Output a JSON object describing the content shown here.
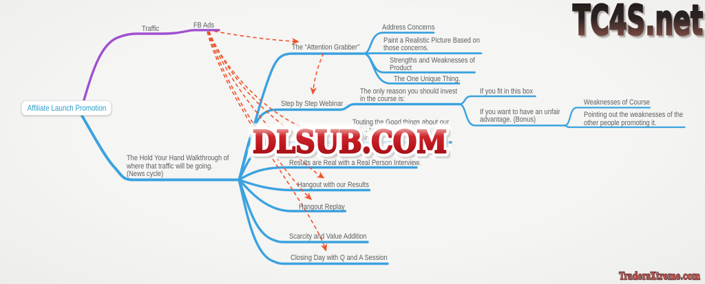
{
  "watermarks": {
    "top_right": "TC4S.net",
    "center": "DLSUB.COM",
    "bottom_right": "TradersXtreme.com"
  },
  "colors": {
    "background": "#f3f3f1",
    "branch_blue": "#3aa2df",
    "branch_purple": "#a04fd0",
    "cross_link_orange": "#f0522a",
    "node_text": "#5c5d60",
    "root_text": "#2d9dc6",
    "watermark_red": "#c01d24"
  },
  "mindmap": {
    "root": {
      "label": "Affiliate Launch Promotion"
    },
    "nodes": {
      "traffic": "Traffic",
      "fb_ads": "FB Ads",
      "attention_grabber": "The “Attention Grabber”",
      "address_concerns": "Address Concerns",
      "paint_picture": "Paint a Realistic Picture Based on\nthose concerns.",
      "strengths_weaknesses": "Strengths and Weaknesses of\nProduct",
      "one_unique_thing": "The One Unique Thing.",
      "step_webinar": "Step by Step Webinar",
      "only_reason": "The only reason you should invest\nin the course is:",
      "fit_box": "If you fit in this box",
      "unfair_advantage": "If you want to have an unfair\nadvantage. (Bonus)",
      "weaknesses_course": "Weaknesses of Course",
      "pointing_out": "Pointing out the weaknesses of the\nother people promoting it.",
      "touting": "Touting the Good things about our\nsell... not what you pitched at the\nwebinar.",
      "hold_your_hand": "The Hold Your Hand Walkthrough of\nwhere that traffic will be going.\n(News cycle)",
      "results_real": "Results are Real with a Real Person Interview.",
      "hangout_results": "Hangout with our Results",
      "hangout_replay": "Hangout Replay",
      "scarcity": "Scarcity and Value Addition",
      "closing_day": "Closing Day with Q and A Session"
    },
    "cross_links": [
      {
        "from": "fb_ads",
        "to": "attention_grabber"
      },
      {
        "from": "attention_grabber",
        "to": "step_webinar"
      },
      {
        "from": "fb_ads",
        "to": "touting"
      },
      {
        "from": "fb_ads",
        "to": "results_real"
      },
      {
        "from": "fb_ads",
        "to": "hangout_results"
      },
      {
        "from": "fb_ads",
        "to": "hangout_replay"
      },
      {
        "from": "fb_ads",
        "to": "closing_day"
      }
    ]
  }
}
